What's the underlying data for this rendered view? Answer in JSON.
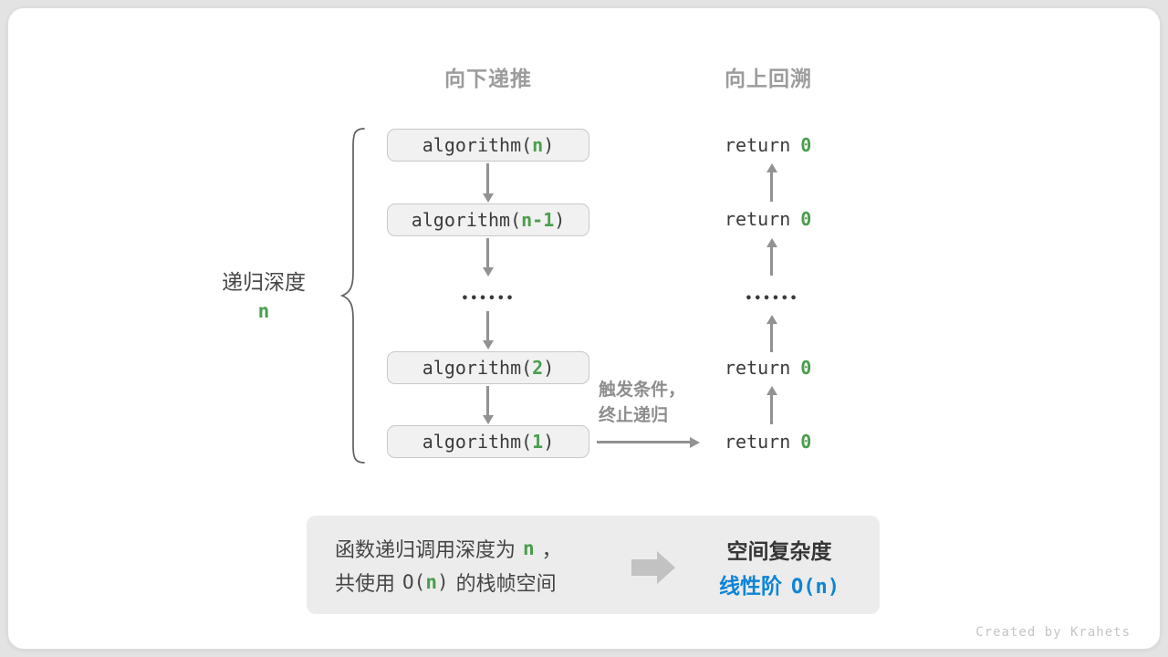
{
  "headers": {
    "recurse_down": "向下递推",
    "backtrack_up": "向上回溯"
  },
  "depth": {
    "label": "递归深度",
    "value": "n"
  },
  "stack": [
    {
      "fn": "algorithm(",
      "arg": "n",
      "close": ")"
    },
    {
      "fn": "algorithm(",
      "arg": "n-1",
      "close": ")"
    },
    {
      "fn": "algorithm(",
      "arg": "2",
      "close": ")"
    },
    {
      "fn": "algorithm(",
      "arg": "1",
      "close": ")"
    }
  ],
  "returns": [
    {
      "kw": "return",
      "val": "0"
    },
    {
      "kw": "return",
      "val": "0"
    },
    {
      "kw": "return",
      "val": "0"
    },
    {
      "kw": "return",
      "val": "0"
    }
  ],
  "ellipsis": "••••••",
  "trigger": {
    "line1": "触发条件，",
    "line2": "终止递归"
  },
  "summary": {
    "line1_text": "函数递归调用深度为",
    "line1_var": "n",
    "line1_punct": "，",
    "line2_prefix": "共使用",
    "line2_code_open": "O(",
    "line2_code_var": "n",
    "line2_code_close": ")",
    "line2_suffix": "的栈帧空间",
    "result_title": "空间复杂度",
    "result_value_cn": "线性阶",
    "result_value_code": "O(n)"
  },
  "credit": "Created by Krahets",
  "colors": {
    "green": "#4a9e4e",
    "blue": "#0d84d6",
    "arrow_gray": "#929292",
    "box_bg": "#f1f1f1",
    "summary_bg": "#ececec"
  }
}
